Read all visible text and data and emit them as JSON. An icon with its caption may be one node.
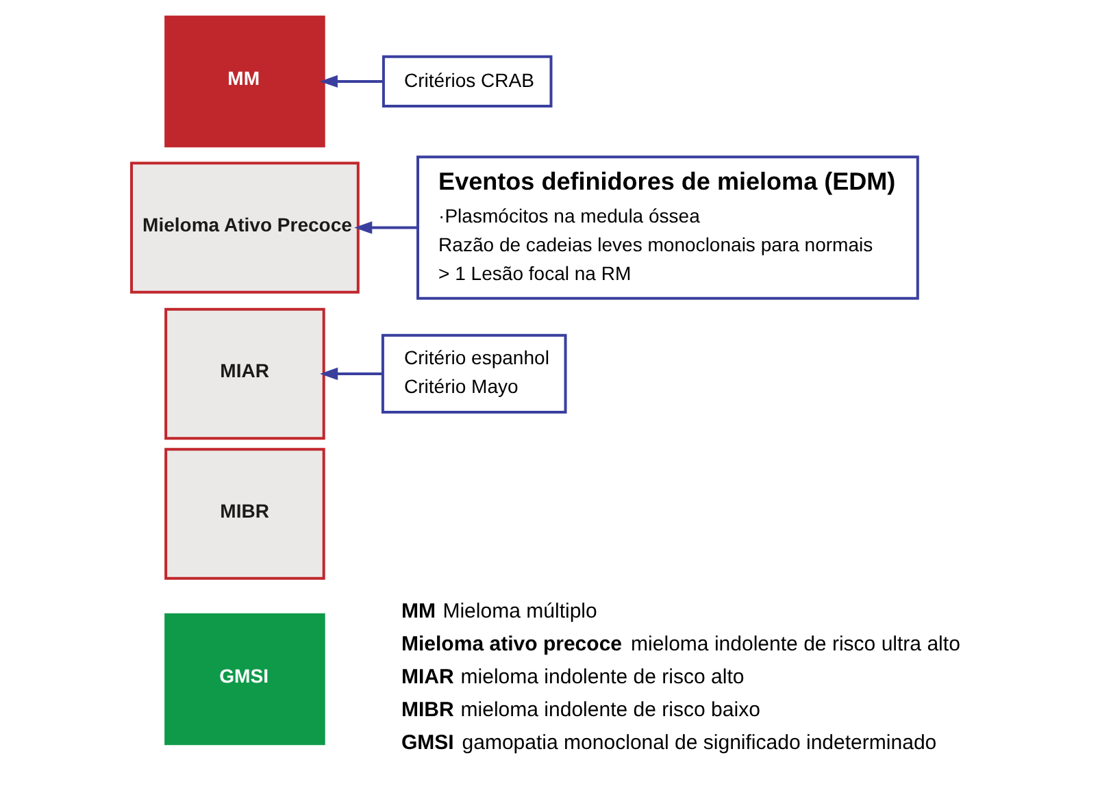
{
  "diagram": {
    "nodes": [
      {
        "text": [
          "MM"
        ]
      },
      {
        "text": [
          "Mieloma Ativo Precoce"
        ]
      },
      {
        "text": [
          "MIAR"
        ]
      },
      {
        "text": [
          "MIBR"
        ]
      },
      {
        "text": [
          "GMSI"
        ]
      },
      {
        "text": [
          "Critérios CRAB"
        ]
      },
      {
        "text": [
          "Eventos definidores de mieloma (EDM)",
          "·Plasmócitos na medula óssea",
          "Razão de cadeias leves monoclonais para normais",
          "> 1 Lesão focal na RM"
        ]
      },
      {
        "text": [
          "Critério espanhol",
          "Critério Mayo"
        ]
      }
    ],
    "edges": [
      {
        "from": 5,
        "to": 0,
        "arrow": "to"
      },
      {
        "from": 6,
        "to": 1,
        "arrow": "to"
      },
      {
        "from": 7,
        "to": 2,
        "arrow": "to"
      }
    ],
    "labels": [
      "**MM** Mieloma múltiplo",
      "**Mieloma ativo precoce** mieloma indolente de risco ultra alto",
      "**MIAR** mieloma indolente de risco alto",
      "**MIBR** mieloma indolente de risco baixo",
      "**GMSI** gamopatia monoclonal de significado indeterminado"
    ]
  }
}
